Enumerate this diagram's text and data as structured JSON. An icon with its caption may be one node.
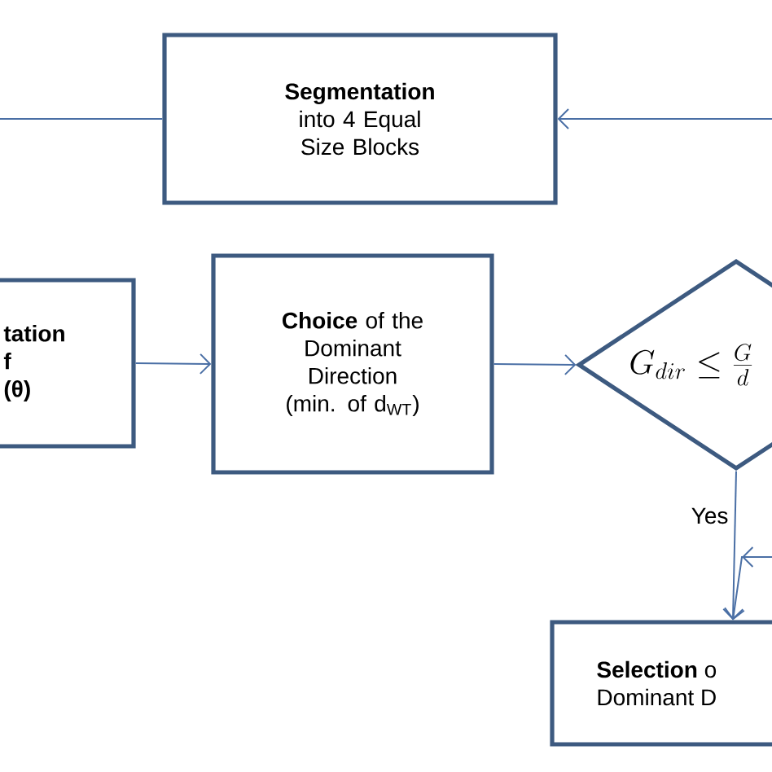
{
  "diagram": {
    "nodes": [
      {
        "text": [
          "Segmentation",
          "into 4 Equal Size Blocks"
        ]
      },
      {
        "text": [
          "tation",
          "f",
          "(θ)"
        ]
      },
      {
        "text": [
          "**Choice** of the Dominant Direction (min. of d$_{WT}$)"
        ]
      },
      {
        "text": [
          "G_{dir} \\le \\frac{G}{d}"
        ]
      },
      {
        "text": [
          "**Selection** o",
          "Dominant D"
        ]
      }
    ],
    "edges": [
      {
        "from": 0,
        "to": null,
        "arrow": "none"
      },
      {
        "from": null,
        "to": 0,
        "arrow": "to"
      },
      {
        "from": 1,
        "to": 2,
        "arrow": "to"
      },
      {
        "from": 2,
        "to": 3,
        "arrow": "to"
      },
      {
        "from": 3,
        "to": 4,
        "arrow": "to",
        "label": "Yes"
      },
      {
        "from": null,
        "to": 4,
        "arrow": "to"
      }
    ]
  }
}
